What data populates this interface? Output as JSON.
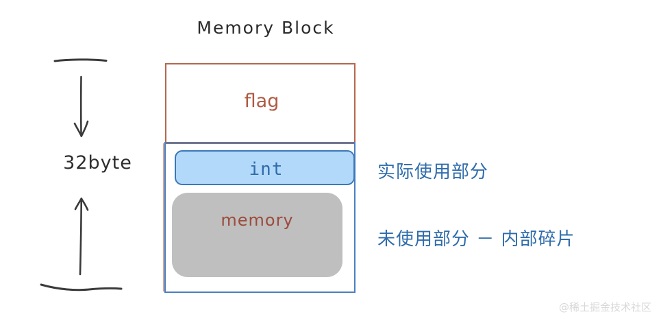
{
  "title": "Memory Block",
  "dimension": {
    "label": "32byte",
    "arrow_top_icon": "arrow-down-icon",
    "arrow_bottom_icon": "arrow-up-icon",
    "tick_top_icon": "tick-line-icon",
    "tick_bottom_icon": "tick-line-icon"
  },
  "block": {
    "flag_label": "flag",
    "int_label": "int",
    "memory_label": "memory"
  },
  "notes": {
    "used": "实际使用部分",
    "unused": "未使用部分 － 内部碎片"
  },
  "watermark": "@稀土掘金技术社区",
  "colors": {
    "flag_border": "#b5674d",
    "flag_text": "#b05a42",
    "block_border": "#4a7fbf",
    "int_fill": "#b3d9fa",
    "int_border": "#3a78b8",
    "int_text": "#2f6cab",
    "memory_fill": "#bfbfbf",
    "memory_text": "#9c4b3c",
    "note_text": "#2f6cab",
    "title_text": "#2b2b2b",
    "watermark_text": "#d8d8d8",
    "background": "#ffffff"
  }
}
